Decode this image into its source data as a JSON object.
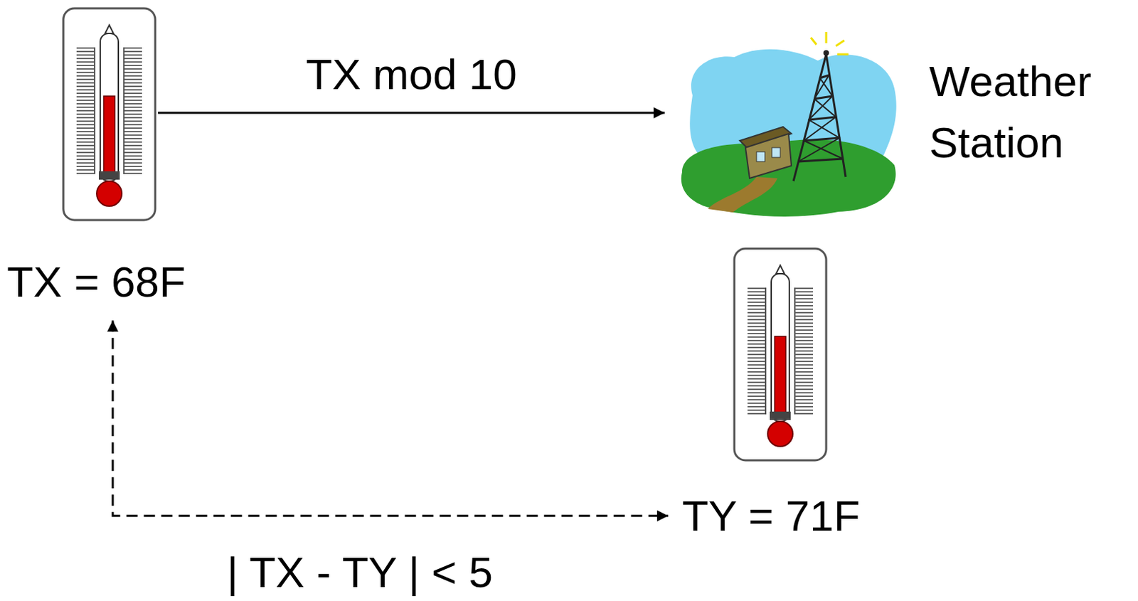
{
  "diagram": {
    "nodes": [
      {
        "text": [
          "TX = 68F"
        ]
      },
      {
        "text": [
          "Weather Station"
        ]
      },
      {
        "text": [
          "TY = 71F"
        ]
      }
    ],
    "edges": [
      {
        "from": 0,
        "to": 1,
        "arrow": "to",
        "label": "TX mod 10"
      },
      {
        "from": 0,
        "to": 2,
        "arrow": "both",
        "label": "| TX - TY | < 5"
      }
    ]
  }
}
